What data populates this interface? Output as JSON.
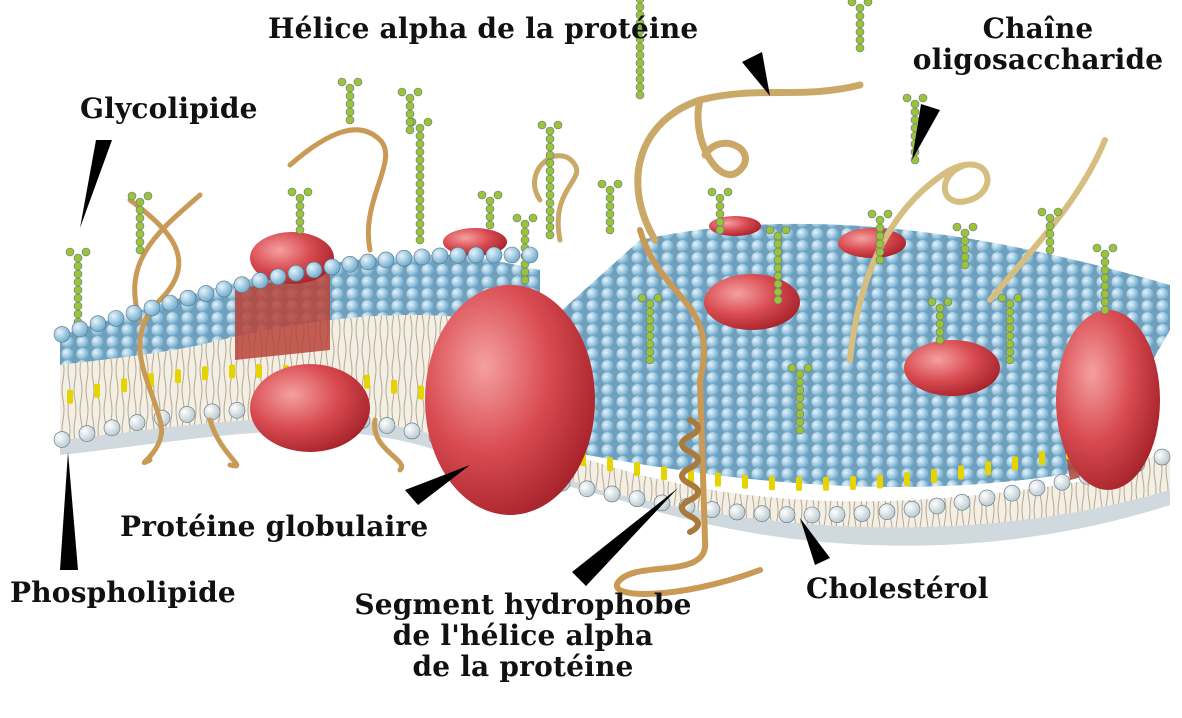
{
  "labels": {
    "alpha_helix": "Hélice alpha de la protéine",
    "oligo_line1": "Chaîne",
    "oligo_line2": "oligosaccharide",
    "glycolipid": "Glycolipide",
    "globular_protein": "Protéine globulaire",
    "phospholipid": "Phospholipide",
    "hydrophobic_line1": "Segment hydrophobe",
    "hydrophobic_line2": "de l'hélice alpha",
    "hydrophobic_line3": "de la protéine",
    "cholesterol": "Cholestérol"
  },
  "colors": {
    "head_blue": "#8fc3df",
    "head_white": "#e8f0f4",
    "tail": "#d8cdb8",
    "cholesterol": "#e6d400",
    "protein": "#d84a50",
    "protein_light": "#f08a8a",
    "sugar": "#9cc23a",
    "helix": "#c99a55",
    "membrane_edge": "#a4382c",
    "pointer": "#000000"
  }
}
